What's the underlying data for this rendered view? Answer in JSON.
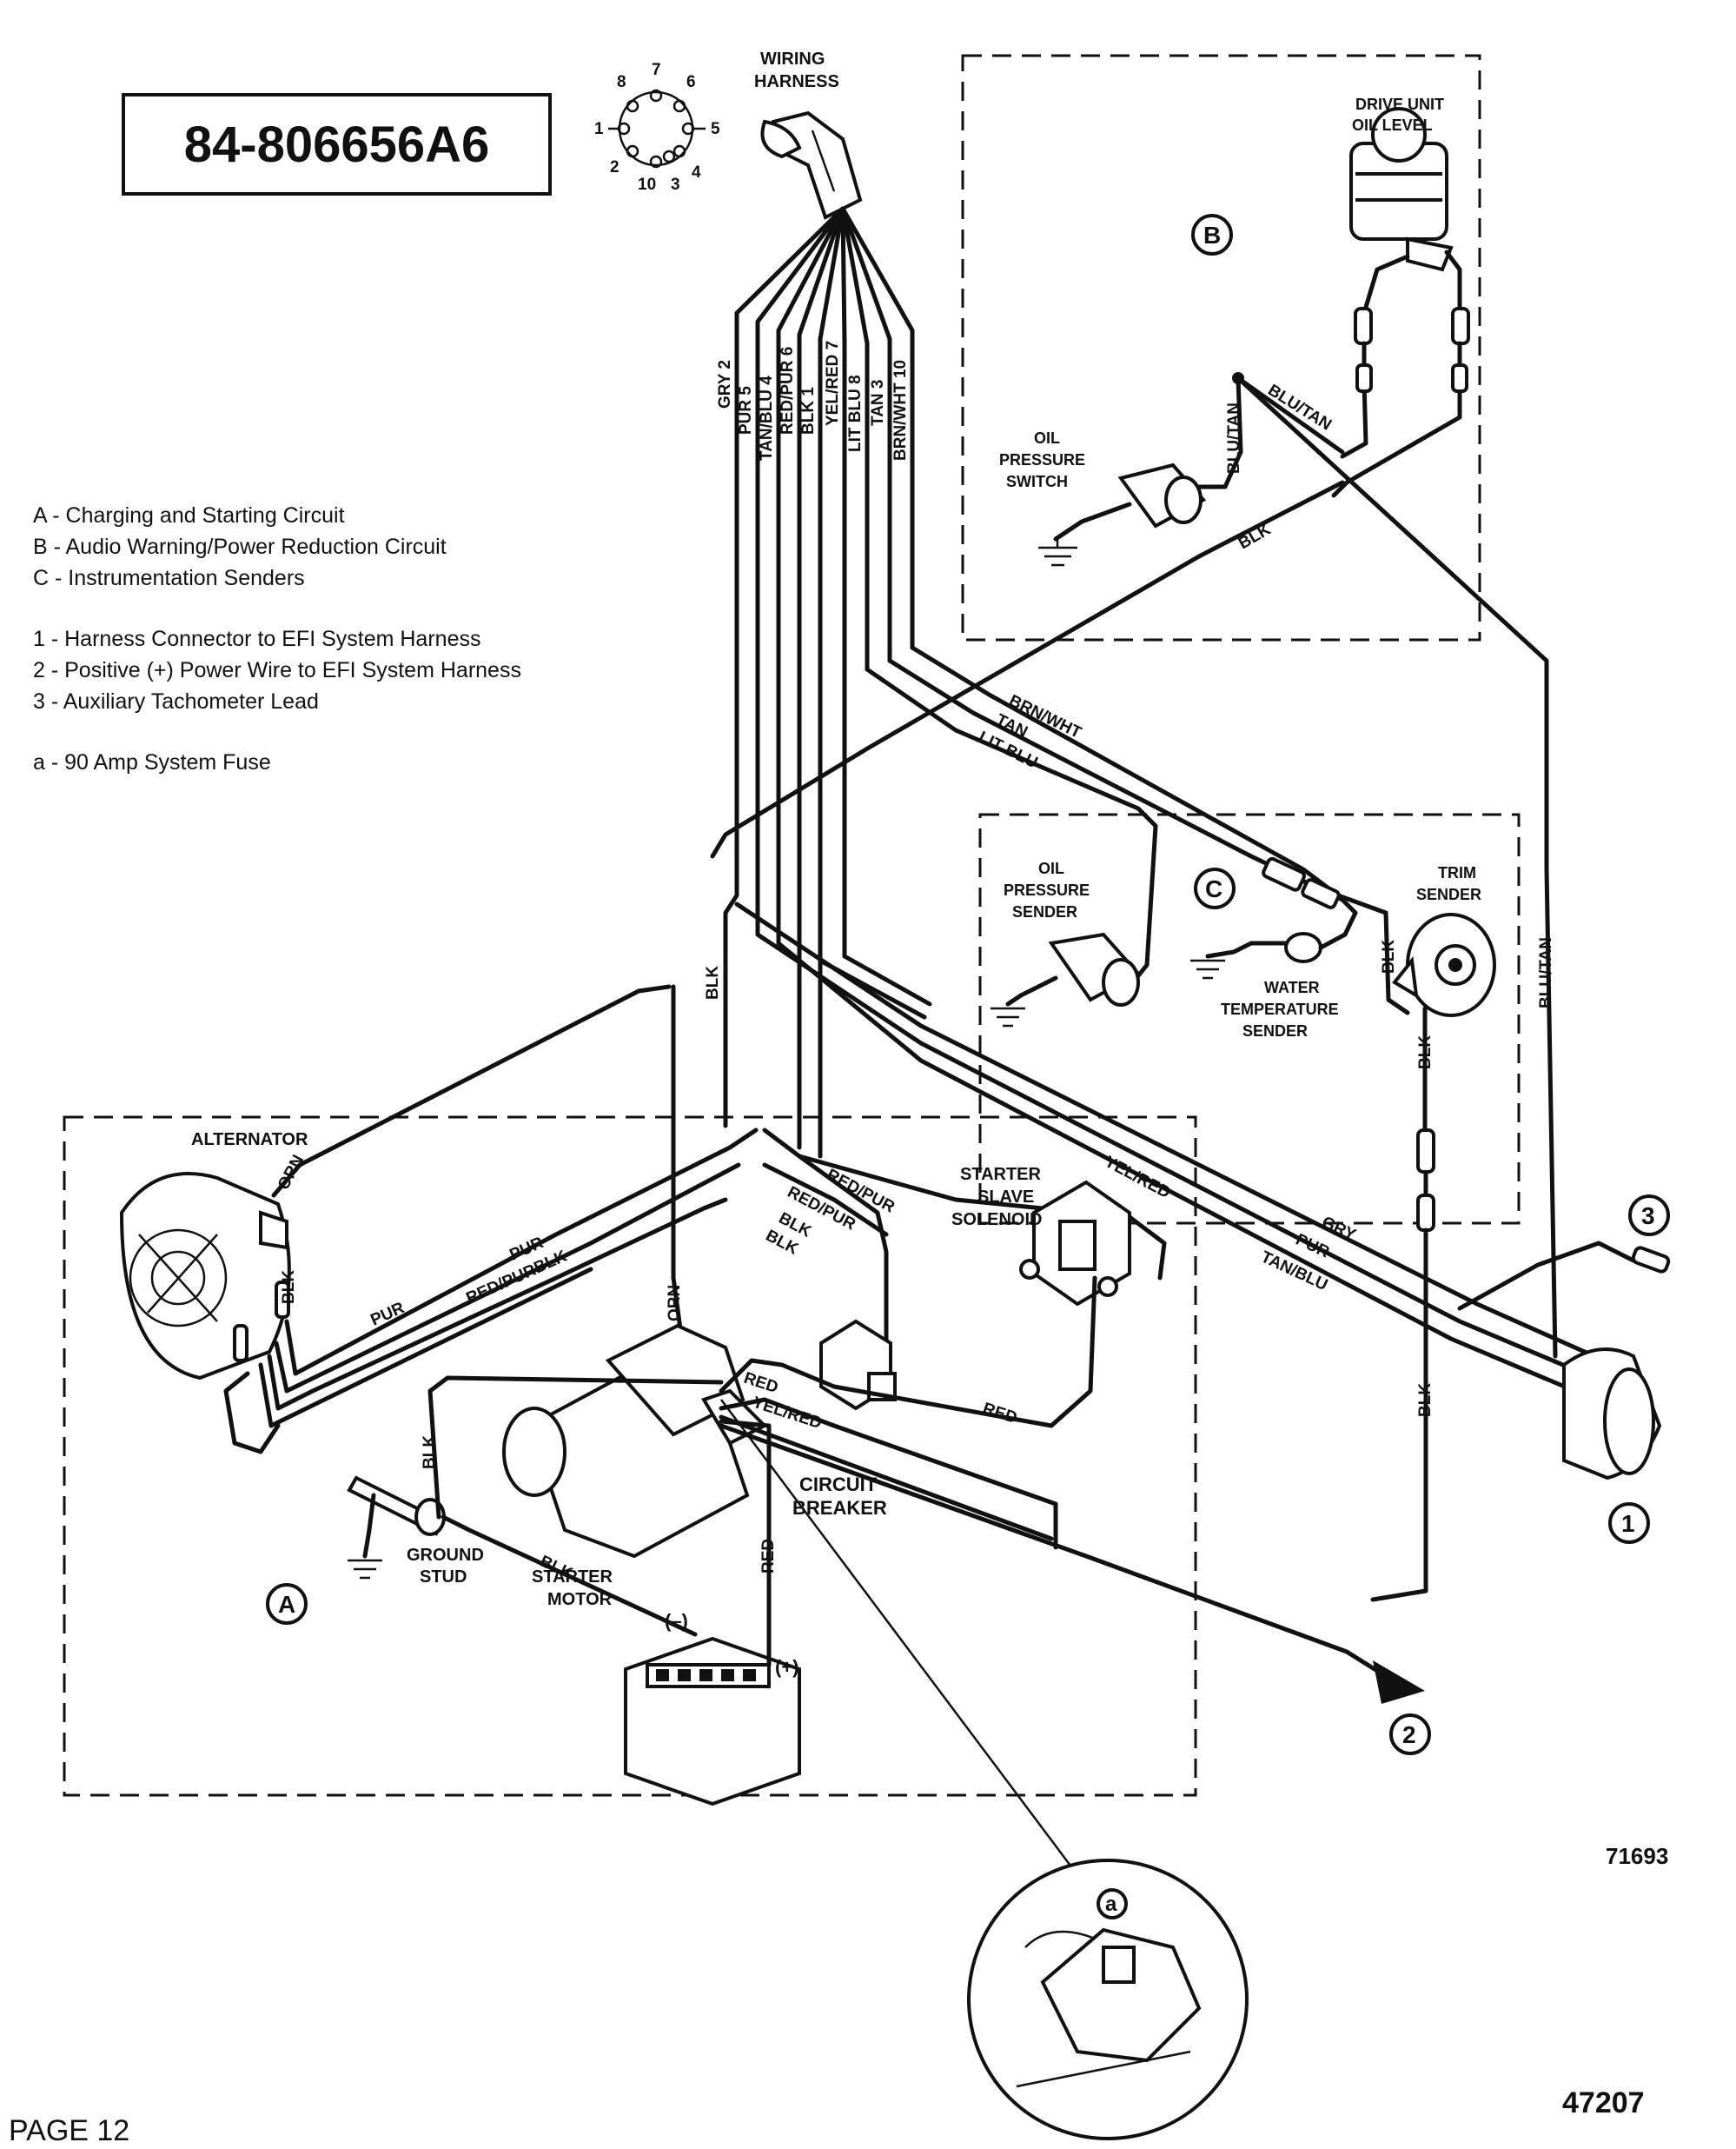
{
  "part_number": "84-806656A6",
  "legend": {
    "circuits": [
      "A - Charging and Starting Circuit",
      "B - Audio Warning/Power Reduction Circuit",
      "C - Instrumentation Senders"
    ],
    "numbered": [
      "1 - Harness Connector to EFI System Harness",
      "2 - Positive (+) Power Wire to EFI System Harness",
      "3 - Auxiliary Tachometer Lead"
    ],
    "lettered": [
      "a - 90 Amp System Fuse"
    ]
  },
  "components": {
    "wiring_harness": [
      "WIRING",
      "HARNESS"
    ],
    "drive_unit_oil_level": [
      "DRIVE UNIT",
      "OIL LEVEL"
    ],
    "oil_pressure_switch": [
      "OIL",
      "PRESSURE",
      "SWITCH"
    ],
    "oil_pressure_sender": [
      "OIL",
      "PRESSURE",
      "SENDER"
    ],
    "water_temperature_sender": [
      "WATER",
      "TEMPERATURE",
      "SENDER"
    ],
    "trim_sender": [
      "TRIM",
      "SENDER"
    ],
    "alternator": "ALTERNATOR",
    "starter_slave_solenoid": [
      "STARTER",
      "SLAVE",
      "SOLENOID"
    ],
    "starter_motor": [
      "STARTER",
      "MOTOR"
    ],
    "circuit_breaker": [
      "CIRCUIT",
      "BREAKER"
    ],
    "ground_stud": [
      "GROUND",
      "STUD"
    ],
    "battery_neg": "(–)",
    "battery_pos": "(+)"
  },
  "callouts": {
    "A": "A",
    "B": "B",
    "C": "C",
    "n1": "1",
    "n2": "2",
    "n3": "3",
    "a": "a"
  },
  "pin_numbers": [
    "7",
    "6",
    "8",
    "1",
    "5",
    "2",
    "10",
    "3",
    "4"
  ],
  "harness_wires": [
    "GRY 2",
    "PUR 5",
    "TAN/BLU 4",
    "RED/PUR 6",
    "BLK 1",
    "YEL/RED 7",
    "LIT BLU 8",
    "TAN 3",
    "BRN/WHT 10"
  ],
  "wire_labels": {
    "blu_tan_1": "BLU/TAN",
    "blu_tan_2": "BLU/TAN",
    "blu_tan_3": "BLU/TAN",
    "blk_b": "BLK",
    "brn_wht": "BRN/WHT",
    "tan": "TAN",
    "lit_blu": "LIT BLU",
    "blk_trim_1": "BLK",
    "blk_trim_2": "BLK",
    "blk_vert": "BLK",
    "orn_alt": "ORN",
    "orn_vert": "ORN",
    "pur_1": "PUR",
    "pur_2": "PUR",
    "red_pur_1": "RED/PUR",
    "blk_alt": "BLK",
    "blk_alt_v": "BLK",
    "red_pur_2": "RED/PUR",
    "red_pur_3": "RED/PUR",
    "blk_2": "BLK",
    "blk_3": "BLK",
    "yel_red_1": "YEL/RED",
    "red_1": "RED",
    "yel_red_2": "YEL/RED",
    "red_2": "RED",
    "gry": "GRY",
    "pur_3": "PUR",
    "tan_blu": "TAN/BLU",
    "blk_right": "BLK",
    "blk_stud": "BLK",
    "blk_batt": "BLK",
    "red_batt": "RED"
  },
  "figure_numbers": {
    "diagram": "71693",
    "page": "47207"
  },
  "page_label": "PAGE 12"
}
